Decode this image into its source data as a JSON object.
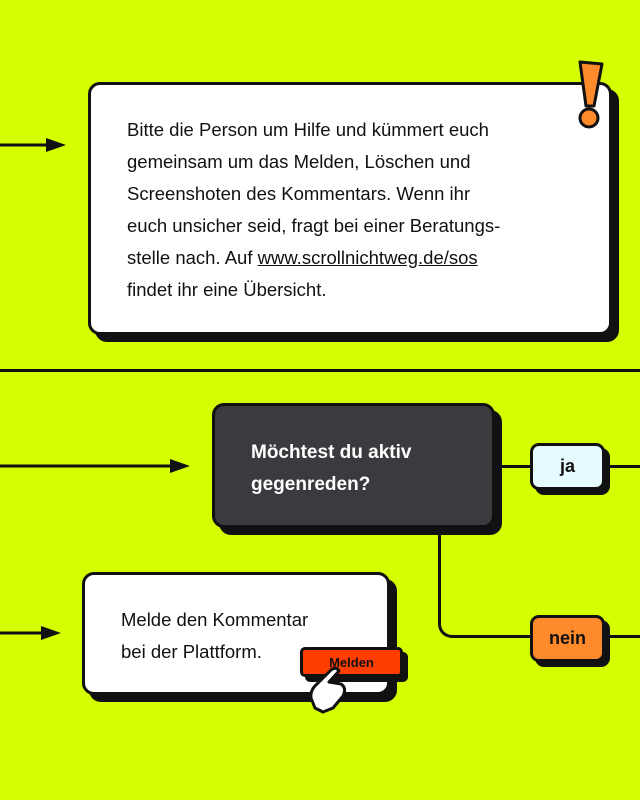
{
  "info_box": {
    "lines": [
      "Bitte die Person um Hilfe und kümmert euch",
      "gemeinsam um das Melden, Löschen und",
      "Screenshoten des Kommentars. Wenn ihr",
      "euch unsicher seid, fragt bei einer Beratungs-",
      "stelle nach. Auf "
    ],
    "link": "www.scrollnichtweg.de/sos",
    "last_line": "findet ihr eine Übersicht."
  },
  "question_box": {
    "lines": [
      "Möchtest du aktiv",
      "gegenreden?"
    ]
  },
  "answers": {
    "yes": "ja",
    "no": "nein"
  },
  "report_box": {
    "lines": [
      "Melde den Kommentar",
      "bei der Plattform."
    ],
    "button": "Melden"
  },
  "colors": {
    "background": "#d4ff00",
    "dark_box": "#3a3b3f",
    "yes": "#e6fbff",
    "no": "#ff8a2b",
    "button": "#ff3d00",
    "exclamation": "#ff8a2b"
  },
  "icons": [
    "arrow-right-icon",
    "exclamation-icon",
    "hand-pointer-icon"
  ]
}
